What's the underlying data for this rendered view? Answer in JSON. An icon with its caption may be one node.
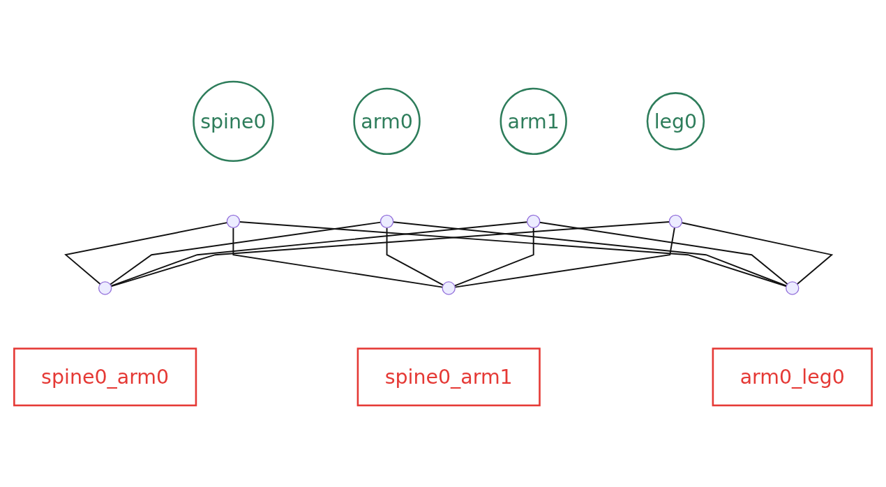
{
  "diagram": {
    "nodes": [
      {
        "text": [
          "spine0"
        ]
      },
      {
        "text": [
          "arm0"
        ]
      },
      {
        "text": [
          "arm1"
        ]
      },
      {
        "text": [
          "leg0"
        ]
      },
      {
        "text": [],
        "shape": "circle"
      },
      {
        "text": [],
        "shape": "circle"
      },
      {
        "text": [],
        "shape": "circle"
      },
      {
        "text": [],
        "shape": "circle"
      },
      {
        "text": [],
        "shape": "circle"
      },
      {
        "text": [],
        "shape": "circle"
      },
      {
        "text": [],
        "shape": "circle"
      },
      {
        "text": [
          "spine0_arm0"
        ]
      },
      {
        "text": [
          "spine0_arm1"
        ]
      },
      {
        "text": [
          "arm0_leg0"
        ]
      }
    ],
    "edges": [
      {
        "from": 4,
        "to": 8,
        "arrow": "none"
      },
      {
        "from": 4,
        "to": 9,
        "arrow": "none"
      },
      {
        "from": 4,
        "to": 10,
        "arrow": "none"
      },
      {
        "from": 5,
        "to": 8,
        "arrow": "none"
      },
      {
        "from": 5,
        "to": 9,
        "arrow": "none"
      },
      {
        "from": 5,
        "to": 10,
        "arrow": "none"
      },
      {
        "from": 6,
        "to": 8,
        "arrow": "none"
      },
      {
        "from": 6,
        "to": 9,
        "arrow": "none"
      },
      {
        "from": 6,
        "to": 10,
        "arrow": "none"
      },
      {
        "from": 7,
        "to": 8,
        "arrow": "none"
      },
      {
        "from": 7,
        "to": 9,
        "arrow": "none"
      },
      {
        "from": 7,
        "to": 10,
        "arrow": "none"
      }
    ]
  }
}
